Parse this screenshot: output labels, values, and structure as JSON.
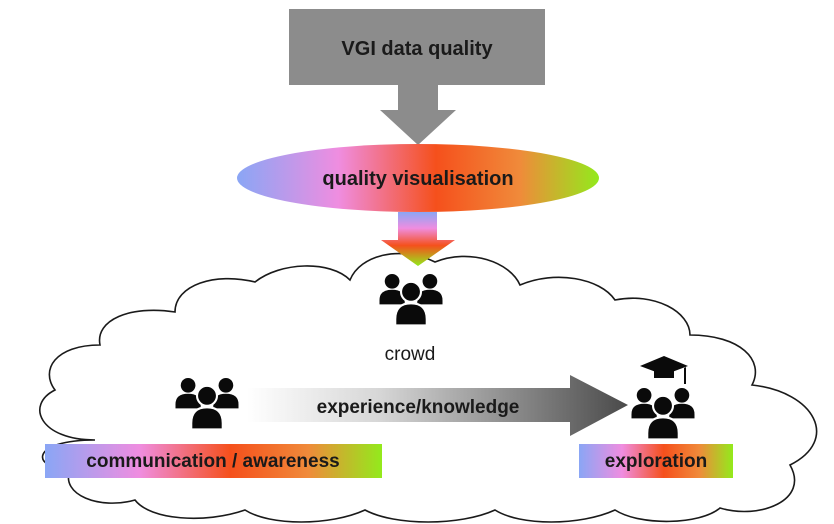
{
  "diagram": {
    "top_box_label": "VGI data quality",
    "ellipse_label": "quality visualisation",
    "crowd_label": "crowd",
    "arrow_label": "experience/knowledge",
    "left_box_label": "communication / awareness",
    "right_box_label": "exploration"
  },
  "colors": {
    "box_gray": "#8c8c8c",
    "arrow_gray": "#8c8c8c",
    "gradient_blue": "#8aa6f5",
    "gradient_pink": "#ef8de0",
    "gradient_orange": "#f5501c",
    "gradient_green": "#93ea1c",
    "icon": "#0a0a0a",
    "cloud_stroke": "#1a1a1a"
  },
  "icons": [
    "crowd-people-icon",
    "people-group-icon",
    "graduate-people-icon"
  ]
}
